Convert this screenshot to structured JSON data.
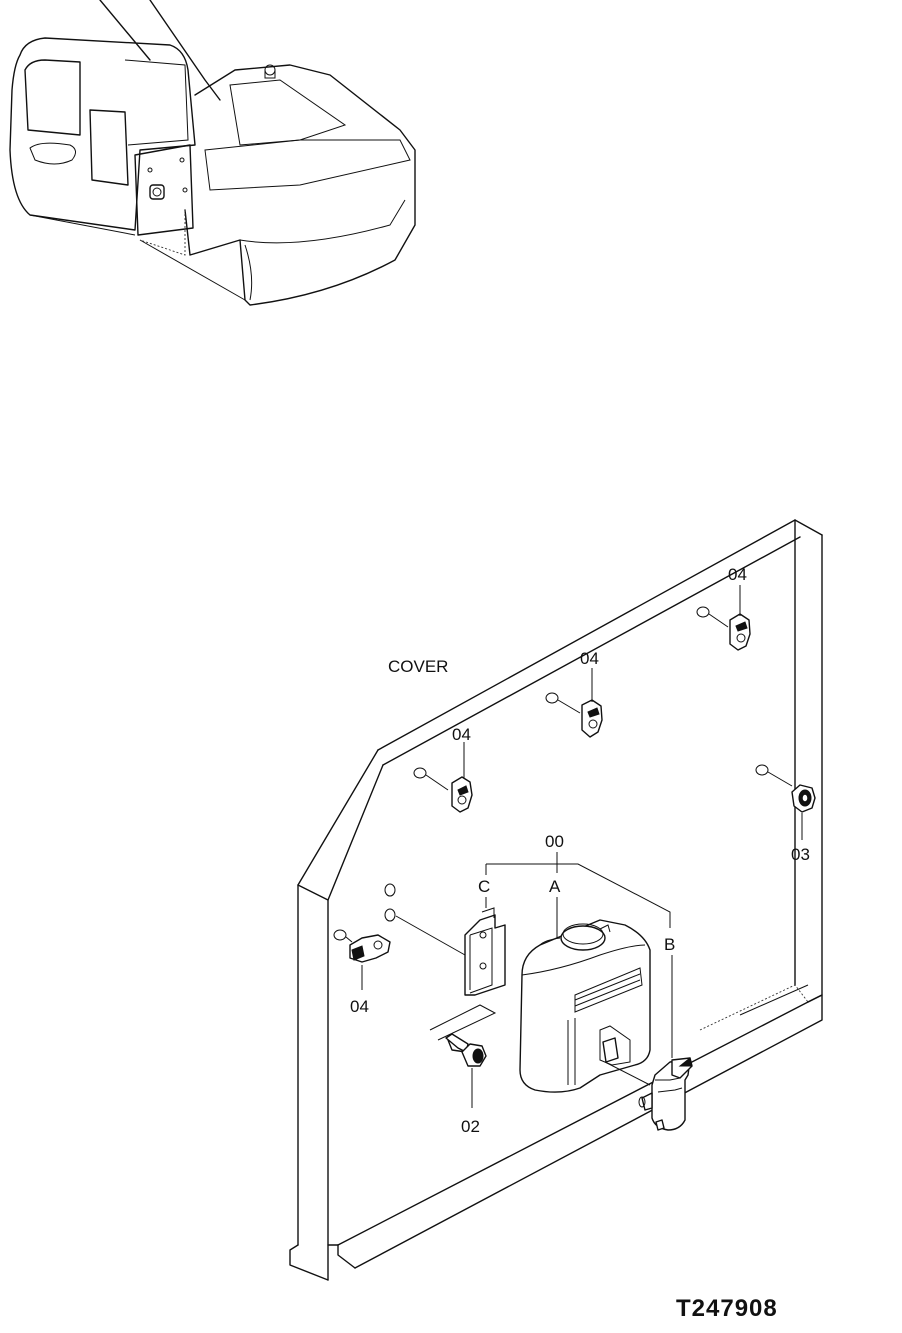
{
  "diagram": {
    "cover_label": "COVER",
    "figure_id": "T247908",
    "labels": {
      "assembly": "00",
      "bolt": "02",
      "grommet": "03",
      "clamp": "04",
      "tank": "A",
      "motor": "B",
      "bracket": "C"
    }
  }
}
